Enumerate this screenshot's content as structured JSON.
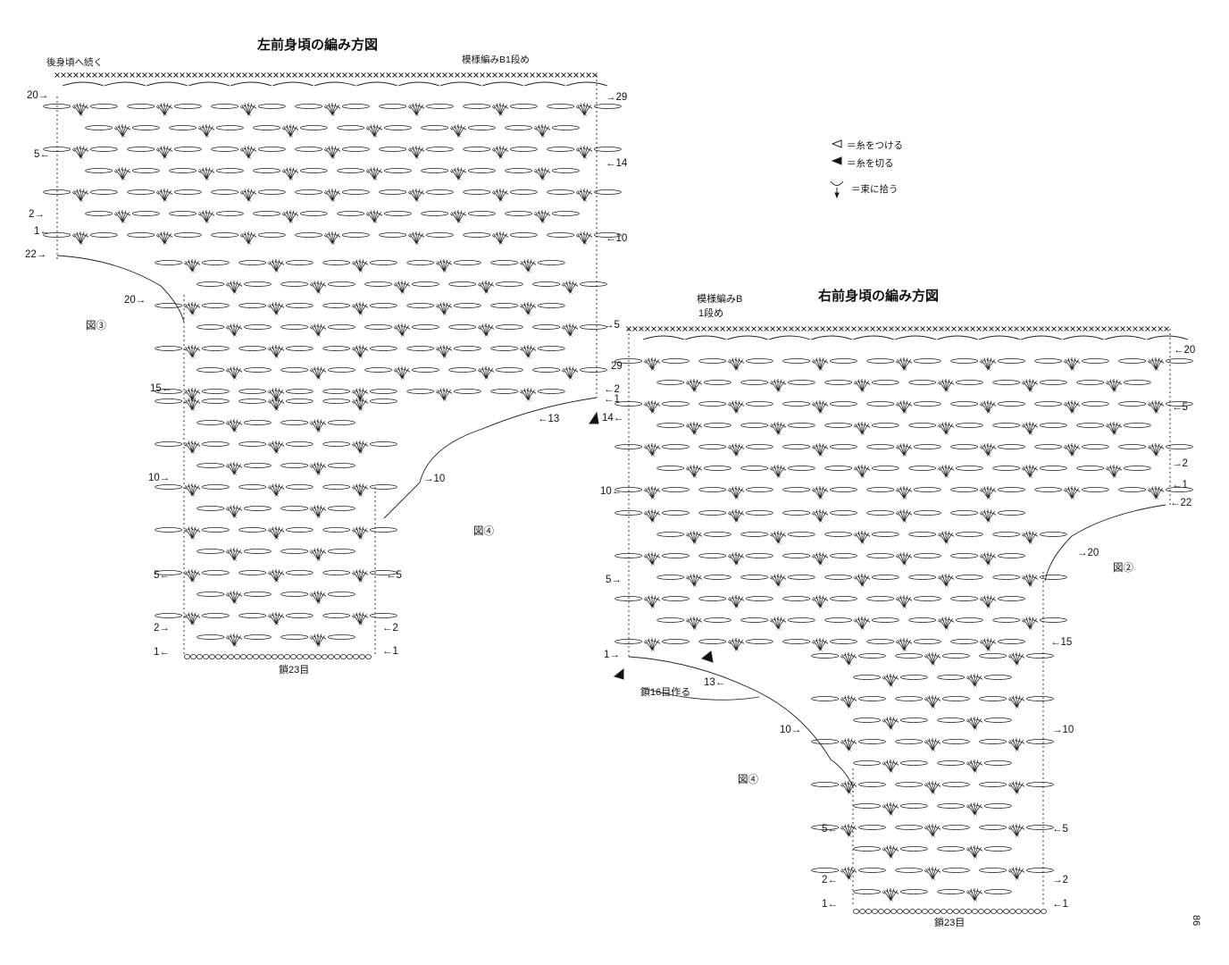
{
  "left_chart": {
    "title": "左前身頃の編み方図",
    "cont_label": "後身頃へ続く",
    "pattern_label": "模様編みB1段め",
    "chain_label": "鎖23目",
    "fig3": "図③",
    "fig4": "図④",
    "rows_left": [
      {
        "text": "20→"
      },
      {
        "text": "5←"
      },
      {
        "text": "2→"
      },
      {
        "text": "1←"
      },
      {
        "text": "22→"
      },
      {
        "text": "20→"
      },
      {
        "text": "15←"
      },
      {
        "text": "10→"
      },
      {
        "text": "5←"
      },
      {
        "text": "2→"
      },
      {
        "text": "1←"
      }
    ],
    "rows_right": [
      {
        "text": "→29"
      },
      {
        "text": "←14"
      },
      {
        "text": "←10"
      },
      {
        "text": "→5"
      },
      {
        "text": "←2"
      },
      {
        "text": "←1"
      },
      {
        "text": "←13"
      },
      {
        "text": "→10"
      },
      {
        "text": "←5"
      },
      {
        "text": "←2"
      },
      {
        "text": "←1"
      }
    ]
  },
  "legend": {
    "attach": "＝糸をつける",
    "cut": "＝糸を切る",
    "bundle": "＝束に拾う"
  },
  "right_chart": {
    "title": "右前身頃の編み方図",
    "pattern_label_1": "模様編みB",
    "pattern_label_2": "1段め",
    "chain16_label": "鎖16目作る",
    "chain_label": "鎖23目",
    "fig2": "図②",
    "fig4": "図④",
    "rows": [
      {
        "text": "←20"
      },
      {
        "text": "29"
      },
      {
        "text": "←5"
      },
      {
        "text": "14←"
      },
      {
        "text": "→2"
      },
      {
        "text": "←1"
      },
      {
        "text": "10←"
      },
      {
        "text": "←22"
      },
      {
        "text": "→20"
      },
      {
        "text": "5→"
      },
      {
        "text": "←15"
      },
      {
        "text": "1→"
      },
      {
        "text": "13←"
      },
      {
        "text": "10→"
      },
      {
        "text": "→10"
      },
      {
        "text": "5←"
      },
      {
        "text": "←5"
      },
      {
        "text": "2←"
      },
      {
        "text": "→2"
      },
      {
        "text": "1←"
      },
      {
        "text": "←1"
      }
    ]
  },
  "page_number": "86"
}
